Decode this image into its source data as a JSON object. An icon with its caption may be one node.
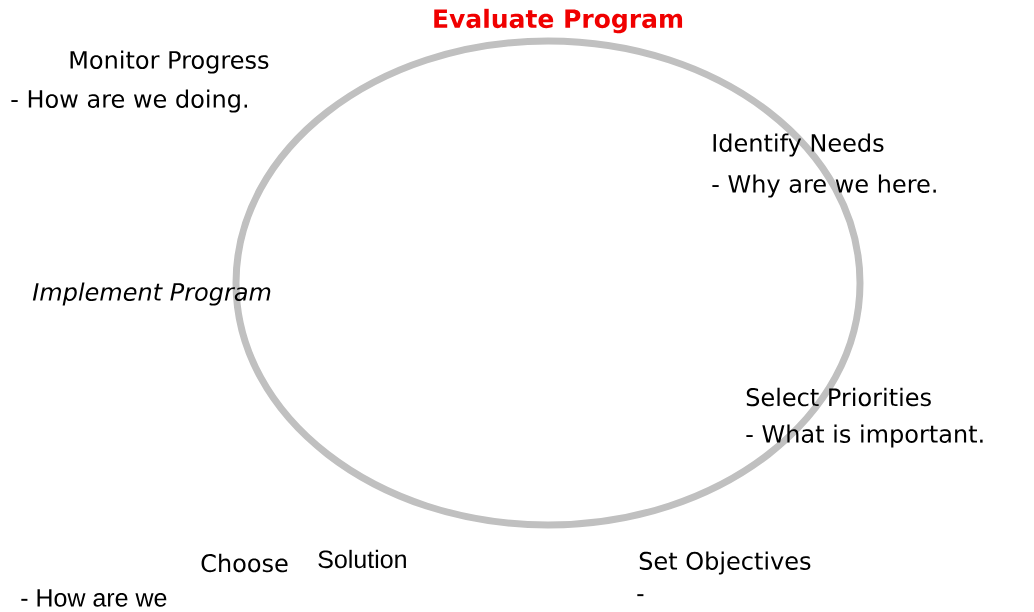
{
  "diagram": {
    "title": "Evaluate Program",
    "nodes": [
      {
        "text": [],
        "shape": "circle"
      }
    ],
    "labels": [
      "Monitor Progress",
      "- How are we doing.",
      "Identify Needs",
      "- Why are we here.",
      "Implement Program",
      "Select Priorities",
      "- What is important.",
      "Choose",
      "Solution",
      "- How are we",
      "Set Objectives",
      "-"
    ]
  }
}
